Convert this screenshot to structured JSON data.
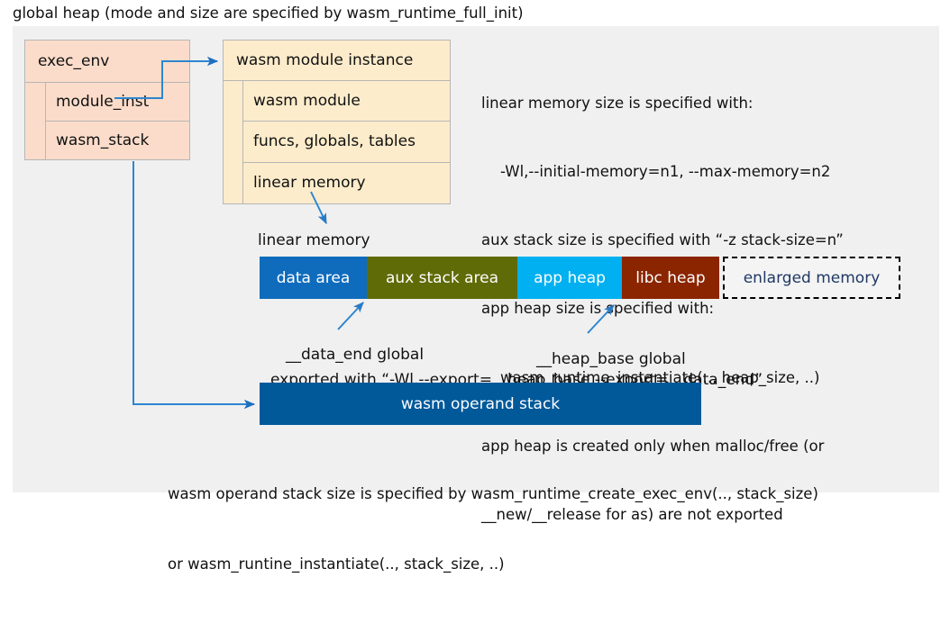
{
  "title": "global heap (mode and size are specified by wasm_runtime_full_init)",
  "colors": {
    "panel_bg": "#f0f0f0",
    "exec_env_fill": "#fbdcca",
    "module_inst_fill": "#fdeccb",
    "box_border": "#b6b6b6",
    "arrow": "#2e86d0",
    "data_area": "#0f6cbd",
    "aux_stack_area": "#5f6b06",
    "app_heap": "#00b0f0",
    "libc_heap": "#8b2500",
    "enlarged_memory_fill": "#f4f4f4",
    "enlarged_memory_border": "#000000",
    "enlarged_memory_text": "#1f3864",
    "operand_stack": "#01599a"
  },
  "exec_env": {
    "header": "exec_env",
    "fields": [
      {
        "label": "module_inst"
      },
      {
        "label": "wasm_stack"
      }
    ]
  },
  "module_instance": {
    "header": "wasm module instance",
    "fields": [
      {
        "label": "wasm module"
      },
      {
        "label": "funcs, globals, tables"
      },
      {
        "label": "linear memory"
      }
    ]
  },
  "notes": [
    "linear memory size is specified with:",
    "    -Wl,--initial-memory=n1, --max-memory=n2",
    "aux stack size is specified with “-z stack-size=n”",
    "app heap size is specified with:",
    "    wasm_runtime_instantiate(.., heap_size, ..)",
    "app heap is created only when malloc/free (or",
    "__new/__release for as) are not exported"
  ],
  "linear_memory": {
    "label": "linear memory",
    "segments": [
      {
        "label": "data area",
        "width": 119,
        "fill": "#0f6cbd",
        "text_color": "#ffffff",
        "dashed": false
      },
      {
        "label": "aux stack area",
        "width": 167,
        "fill": "#5f6b06",
        "text_color": "#ffffff",
        "dashed": false
      },
      {
        "label": "app heap",
        "width": 116,
        "fill": "#00b0f0",
        "text_color": "#ffffff",
        "dashed": false
      },
      {
        "label": "libc heap",
        "width": 108,
        "fill": "#8b2500",
        "text_color": "#ffffff",
        "dashed": false
      },
      {
        "label": "enlarged memory",
        "width": 197,
        "fill": "#f4f4f4",
        "text_color": "#1f3864",
        "dashed": true
      }
    ]
  },
  "annotations": {
    "data_end": "__data_end global",
    "heap_base": "__heap_base global",
    "exported_with": "exported with “-Wl,--export=__heap_base,--export=__data_end”"
  },
  "operand_stack": {
    "label": "wasm operand stack"
  },
  "bottom_caption": [
    "wasm operand stack size is specified by wasm_runtime_create_exec_env(.., stack_size)",
    "or wasm_runtine_instantiate(.., stack_size, ..)"
  ]
}
